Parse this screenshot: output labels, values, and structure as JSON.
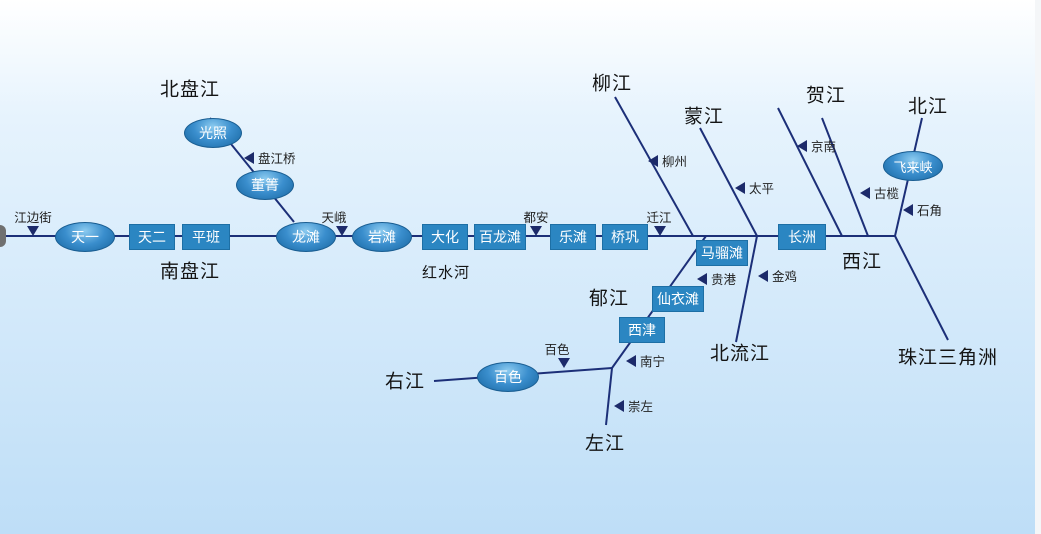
{
  "rivers": {
    "beipanjiang": "北盘江",
    "nanpanjiang": "南盘江",
    "hongshuihe": "红水河",
    "liujiang": "柳江",
    "mengjiang": "蒙江",
    "hejiang": "贺江",
    "beijiang": "北江",
    "xijiang": "西江",
    "zhujiangsanjiaozhou": "珠江三角洲",
    "beiliujiang": "北流江",
    "yujiang": "郁江",
    "youjiang": "右江",
    "zuojiang": "左江"
  },
  "ovals": {
    "tianyi": "天一",
    "guangzhao": "光照",
    "dongqing": "董箐",
    "longtan": "龙滩",
    "yantan": "岩滩",
    "baise": "百色",
    "feilaixia": "飞来峡"
  },
  "rects": {
    "tianer": "天二",
    "pingban": "平班",
    "dahua": "大化",
    "bailongtan": "百龙滩",
    "letan": "乐滩",
    "qiaogong": "桥巩",
    "malutan": "马骝滩",
    "xianyitan": "仙衣滩",
    "xijin": "西津",
    "changzhou": "长洲"
  },
  "gauges": {
    "panjiangqiao": "盘江桥",
    "liuzhou": "柳州",
    "taiping": "太平",
    "jingnan": "京南",
    "gulan": "古榄",
    "shijiao": "石角",
    "guigang": "贵港",
    "jinji": "金鸡",
    "nanning": "南宁",
    "chongzuo": "崇左"
  },
  "gauges_above": {
    "jiangbianjie": "江边街",
    "tiane": "天峨",
    "duan": "都安",
    "qianjiang": "迁江",
    "baise": "百色"
  },
  "colors": {
    "line": "#1c2f78",
    "station_fill": "#2b86c2",
    "marker": "#1c2a6a"
  }
}
